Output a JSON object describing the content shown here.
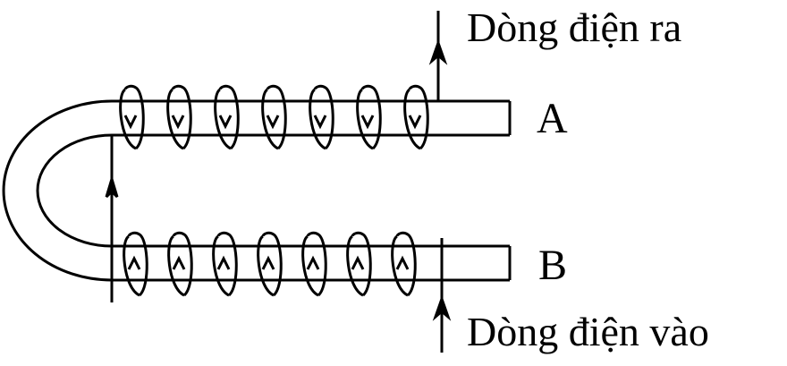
{
  "diagram": {
    "labels": {
      "current_out": "Dòng điện ra",
      "current_in": "Dòng điện vào",
      "end_a": "A",
      "end_b": "B"
    },
    "coils": {
      "top_turns": 7,
      "bottom_turns": 7,
      "top_arrow_direction": "down",
      "bottom_arrow_direction": "up"
    },
    "line_color": "#000000",
    "background_color": "#ffffff"
  }
}
